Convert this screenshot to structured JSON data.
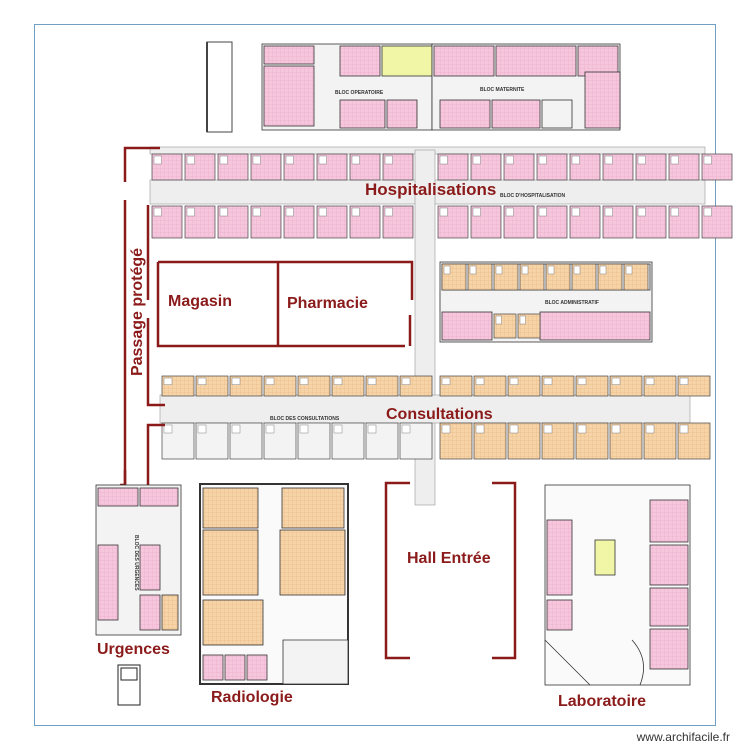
{
  "labels": {
    "hospitalisations": "Hospitalisations",
    "magasin": "Magasin",
    "pharmacie": "Pharmacie",
    "passage": "Passage protégé",
    "consultations": "Consultations",
    "hall": "Hall Entrée",
    "urgences": "Urgences",
    "radiologie": "Radiologie",
    "laboratoire": "Laboratoire"
  },
  "blocks": {
    "bloc_operatoire": "BLOC OPERATOIRE",
    "bloc_maternite": "BLOC MATERNITE",
    "bloc_hospitalisation": "BLOC D'HOSPITALISATION",
    "bloc_administratif": "BLOC ADMINISTRATIF",
    "bloc_consultations": "BLOC DES CONSULTATIONS",
    "bloc_urgences": "BLOC DES URGENCES"
  },
  "watermark": "www.archifacile.fr",
  "colors": {
    "label": "#8b1a1a",
    "room_pink": "#f6c6dd",
    "room_orange": "#f7d3a8",
    "wall": "#8b1a1a",
    "frame": "#6f9fc4"
  }
}
